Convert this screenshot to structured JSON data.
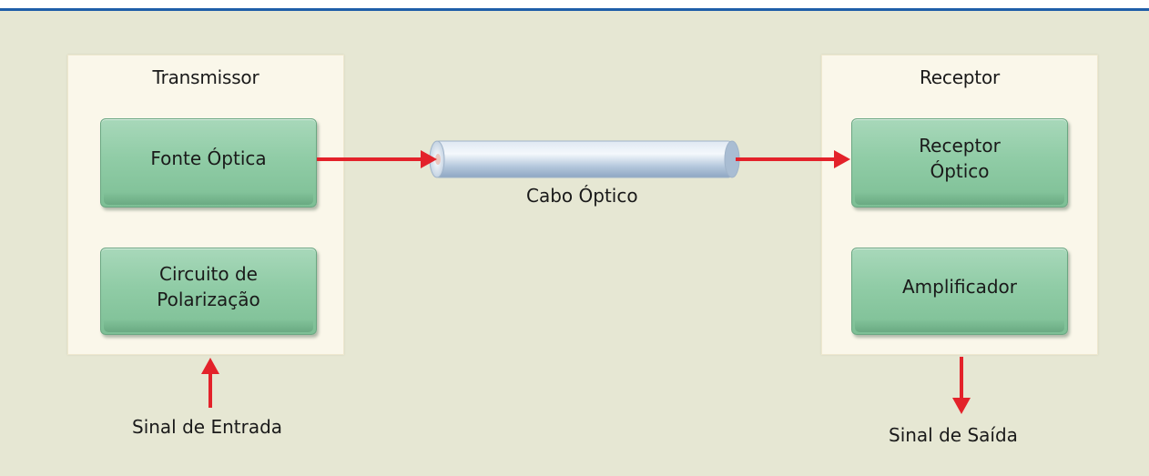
{
  "diagram": {
    "transmitter": {
      "title": "Transmissor",
      "blocks": {
        "optical_source": "Fonte Óptica",
        "bias_circuit": "Circuito de\nPolarização"
      }
    },
    "receiver": {
      "title": "Receptor",
      "blocks": {
        "optical_receiver": "Receptor\nÓptico",
        "amplifier": "Amplificador"
      }
    },
    "cable": {
      "label": "Cabo Óptico"
    },
    "input_signal": "Sinal de Entrada",
    "output_signal": "Sinal de Saída"
  },
  "colors": {
    "background": "#e6e7d3",
    "panel": "#faf7ea",
    "block": "#90cca6",
    "arrow": "#e3222a",
    "rule": "#1f5ea8"
  }
}
